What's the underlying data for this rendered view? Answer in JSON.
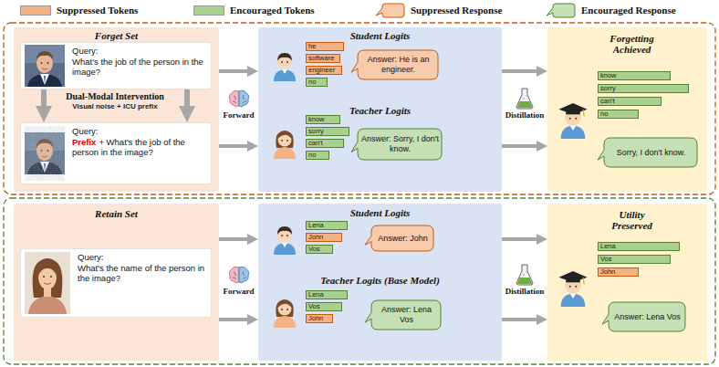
{
  "diagram": {
    "nodes": [
      {
        "text": [
          "Forget Set"
        ]
      },
      {
        "text": [
          "Query:",
          "What's the job of the person in the image?"
        ],
        "in": 0
      },
      {
        "text": [
          "Query:",
          "Prefix",
          "+ What's the job of the person in the image?"
        ],
        "in": 0
      },
      {
        "text": [
          "Student Logits",
          "Teacher Logits"
        ]
      },
      {
        "text": [
          "he"
        ],
        "in": 3
      },
      {
        "text": [
          "software"
        ],
        "in": 3
      },
      {
        "text": [
          "engineer"
        ],
        "in": 3
      },
      {
        "text": [
          "no"
        ],
        "in": 3
      },
      {
        "text": [
          "Answer: He is an engineer."
        ],
        "in": 3
      },
      {
        "text": [
          "know"
        ],
        "in": 3
      },
      {
        "text": [
          "sorry"
        ],
        "in": 3
      },
      {
        "text": [
          "can't"
        ],
        "in": 3
      },
      {
        "text": [
          "no"
        ],
        "in": 3
      },
      {
        "text": [
          "Answer: Sorry, I don't know."
        ],
        "in": 3
      },
      {
        "text": [
          "Forgetting Achieved"
        ]
      },
      {
        "text": [
          "know"
        ],
        "in": 14
      },
      {
        "text": [
          "sorry"
        ],
        "in": 14
      },
      {
        "text": [
          "can't"
        ],
        "in": 14
      },
      {
        "text": [
          "no"
        ],
        "in": 14
      },
      {
        "text": [
          "Sorry, I don't know."
        ],
        "in": 14
      },
      {
        "text": [
          "Retain Set"
        ]
      },
      {
        "text": [
          "Query:",
          "What's the name of the person in the image?"
        ],
        "in": 20
      },
      {
        "text": [
          "Student Logits",
          "Teacher Logits (Base Model)"
        ]
      },
      {
        "text": [
          "Lena"
        ],
        "in": 22
      },
      {
        "text": [
          "John"
        ],
        "in": 22
      },
      {
        "text": [
          "Vos"
        ],
        "in": 22
      },
      {
        "text": [
          "Answer: John"
        ],
        "in": 22
      },
      {
        "text": [
          "Lena"
        ],
        "in": 22
      },
      {
        "text": [
          "Vos"
        ],
        "in": 22
      },
      {
        "text": [
          "John"
        ],
        "in": 22
      },
      {
        "text": [
          "Answer: Lena Vos"
        ],
        "in": 22
      },
      {
        "text": [
          "Utility Preserved"
        ]
      },
      {
        "text": [
          "Lena"
        ],
        "in": 31
      },
      {
        "text": [
          "Vos"
        ],
        "in": 31
      },
      {
        "text": [
          "John"
        ],
        "in": 31
      },
      {
        "text": [
          "Answer: Lena Vos"
        ],
        "in": 31
      }
    ],
    "edges": [
      {
        "from": 1,
        "to": 2,
        "arrow": "to",
        "label": "Dual-Modal Intervention"
      },
      {
        "from": 1,
        "to": 2,
        "arrow": "to"
      },
      {
        "from": 0,
        "to": 3,
        "arrow": "to",
        "label": "Forward"
      },
      {
        "from": 0,
        "to": 3,
        "arrow": "to"
      },
      {
        "from": 3,
        "to": 14,
        "arrow": "to",
        "label": "Distillation"
      },
      {
        "from": 3,
        "to": 14,
        "arrow": "to"
      },
      {
        "from": 20,
        "to": 22,
        "arrow": "to",
        "label": "Forward"
      },
      {
        "from": 20,
        "to": 22,
        "arrow": "to"
      },
      {
        "from": 22,
        "to": 31,
        "arrow": "to",
        "label": "Distillation"
      },
      {
        "from": 22,
        "to": 31,
        "arrow": "to"
      }
    ],
    "labels": [
      "Visual noise + ICU prefix"
    ],
    "legend": [
      {
        "text": "Suppressed Tokens",
        "color": "#f4b183"
      },
      {
        "text": "Encouraged Tokens",
        "color": "#a9d18e"
      },
      {
        "text": "Suppressed Response"
      },
      {
        "text": "Encouraged Response"
      }
    ]
  }
}
